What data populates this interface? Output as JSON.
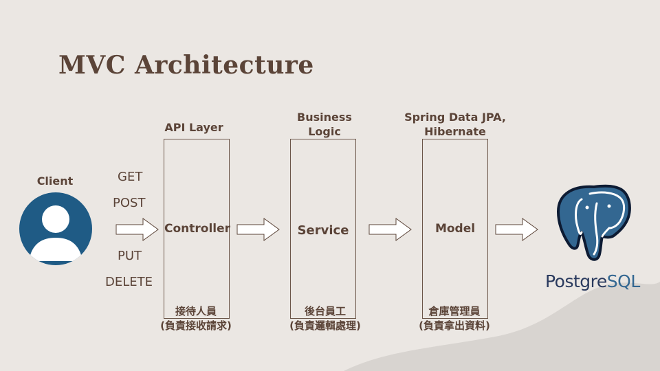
{
  "title": "MVC Architecture",
  "client": {
    "label": "Client",
    "icon": "user-icon",
    "color": "#1f5b85"
  },
  "methods": [
    "GET",
    "POST",
    "PUT",
    "DELETE"
  ],
  "layers": [
    {
      "top_label_lines": [
        "API Layer"
      ],
      "name": "Controller",
      "cn_role": "接待人員",
      "cn_desc": "(負責接收請求)"
    },
    {
      "top_label_lines": [
        "Business",
        "Logic"
      ],
      "name": "Service",
      "cn_role": "後台員工",
      "cn_desc": "(負責邏輯處理)"
    },
    {
      "top_label_lines": [
        "Spring Data JPA,",
        "Hibernate"
      ],
      "name": "Model",
      "cn_role": "倉庫管理員",
      "cn_desc": "(負責拿出資料)"
    }
  ],
  "database": {
    "text_part1": "Postgre",
    "text_part2": "SQL",
    "icon": "postgresql-elephant-icon",
    "brand_color": "#336791"
  },
  "colors": {
    "background": "#ebe7e3",
    "text": "#5b4438",
    "blob": "#d8d4d0"
  }
}
